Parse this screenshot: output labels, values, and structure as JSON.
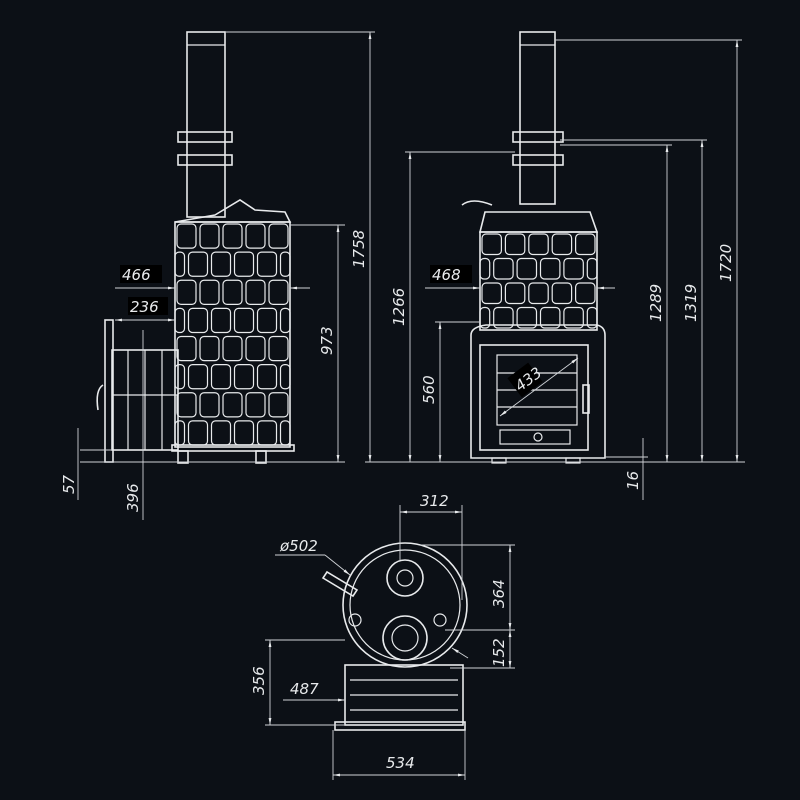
{
  "side_view": {
    "dim_width_body": "466",
    "dim_firebox_length": "236",
    "dim_height_total": "1758",
    "dim_height_body": "973",
    "dim_firebox_offset": "57",
    "dim_firebox_axis": "396"
  },
  "front_view": {
    "dim_width_body": "468",
    "dim_diagonal_door": "433",
    "dim_height_1266": "1266",
    "dim_height_560": "560",
    "dim_height_1289": "1289",
    "dim_height_1319": "1319",
    "dim_height_1720": "1720",
    "dim_feet": "16"
  },
  "top_view": {
    "dim_diameter": "ø502",
    "dim_312": "312",
    "dim_364": "364",
    "dim_152": "152",
    "dim_356": "356",
    "dim_487": "487",
    "dim_534": "534"
  },
  "colors": {
    "background": "#0c1016",
    "line": "#e8eaec"
  }
}
